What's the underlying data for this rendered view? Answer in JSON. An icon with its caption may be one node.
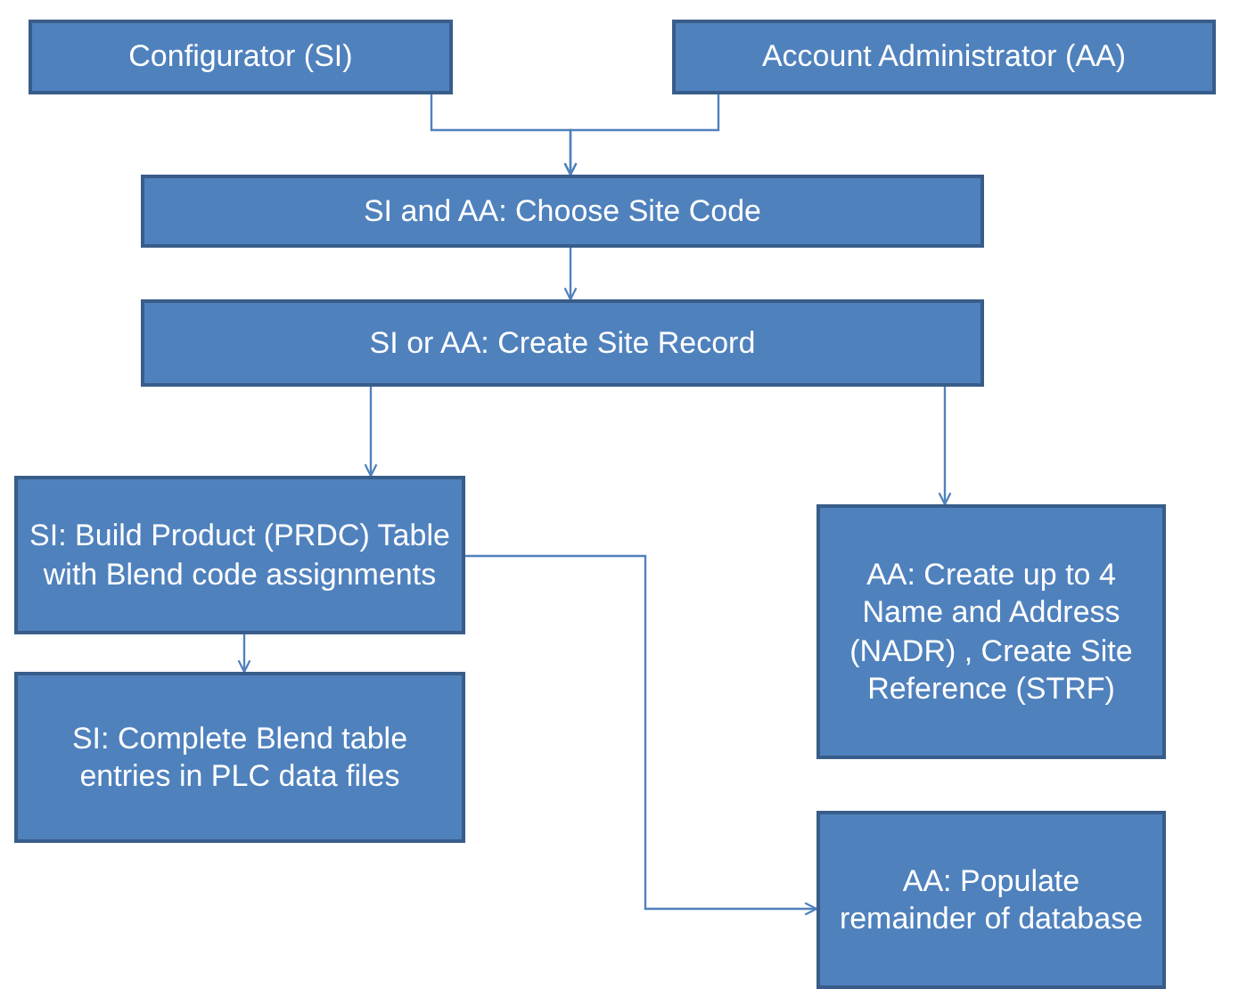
{
  "diagram": {
    "nodes": [
      {
        "text": [
          "Configurator (SI)"
        ]
      },
      {
        "text": [
          "Account Administrator (AA)"
        ]
      },
      {
        "text": [
          "SI and AA: Choose Site Code"
        ]
      },
      {
        "text": [
          "SI or AA: Create Site Record"
        ]
      },
      {
        "text": [
          "SI: Build Product (PRDC) Table with Blend code assignments"
        ]
      },
      {
        "text": [
          "SI: Complete Blend table entries in PLC data files"
        ]
      },
      {
        "text": [
          "AA: Create up to 4 Name and Address (NADR) , Create Site Reference (STRF)"
        ]
      },
      {
        "text": [
          "AA: Populate remainder of database"
        ]
      }
    ],
    "edges": [
      {
        "from": 0,
        "to": 2,
        "arrow": "to"
      },
      {
        "from": 1,
        "to": 2,
        "arrow": "to"
      },
      {
        "from": 2,
        "to": 3,
        "arrow": "to"
      },
      {
        "from": 3,
        "to": 4,
        "arrow": "to"
      },
      {
        "from": 3,
        "to": 6,
        "arrow": "to"
      },
      {
        "from": 4,
        "to": 5,
        "arrow": "to"
      },
      {
        "from": 4,
        "to": 7,
        "arrow": "to"
      }
    ]
  }
}
